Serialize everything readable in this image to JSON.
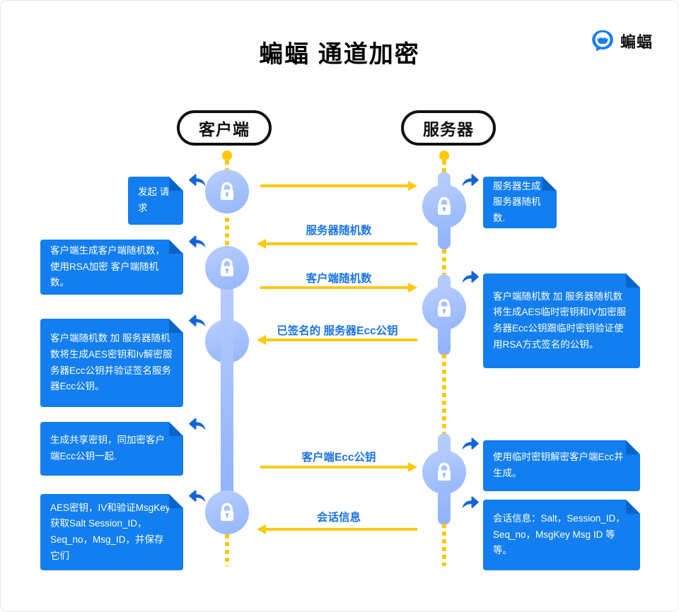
{
  "header": {
    "title": "蝙蝠 通道加密",
    "brand_name": "蝙蝠",
    "brand_icon": "bat-speech-bubble-logo",
    "brand_color": "#1a7df0"
  },
  "colors": {
    "note_bg": "#127ef0",
    "note_fold": "#0a64c8",
    "arrow": "#ffc90b",
    "label": "#1a73e8",
    "lifeline": "#93b6fb",
    "actor_border": "#111111"
  },
  "actors": [
    {
      "id": "client",
      "label": "客户端"
    },
    {
      "id": "server",
      "label": "服务器"
    }
  ],
  "messages": [
    {
      "id": "m1",
      "label": "",
      "direction": "to-right"
    },
    {
      "id": "m2",
      "label": "服务器随机数",
      "direction": "to-left"
    },
    {
      "id": "m3",
      "label": "客户端随机数",
      "direction": "to-right"
    },
    {
      "id": "m4",
      "label": "已签名的 服务器Ecc公钥",
      "direction": "to-left"
    },
    {
      "id": "m5",
      "label": "客户端Ecc公钥",
      "direction": "to-right"
    },
    {
      "id": "m6",
      "label": "会话信息",
      "direction": "to-left"
    }
  ],
  "client_notes": [
    {
      "id": "cn1",
      "text": "发起 请求"
    },
    {
      "id": "cn2",
      "text": "客户端生成客户端随机数，使用RSA加密 客户端随机数。"
    },
    {
      "id": "cn3",
      "text": "客户端随机数 加 服务器随机数将生成AES密钥和Iv解密服务器Ecc公钥并验证签名服务器Ecc公钥。"
    },
    {
      "id": "cn4",
      "text": "生成共享密钥，同加密客户端Ecc公钥一起."
    },
    {
      "id": "cn5",
      "text": "AES密钥，IV和验证MsgKey获取Salt Session_ID，Seq_no，Msg_ID，并保存它们"
    }
  ],
  "server_notes": [
    {
      "id": "sn1",
      "text": "服务器生成服务器随机数."
    },
    {
      "id": "sn2",
      "text": "客户端随机数 加 服务器随机数将生成AES临时密钥和IV加密服务器Ecc公钥跟临时密钥验证使用RSA方式签名的公钥。"
    },
    {
      "id": "sn3",
      "text": "使用临时密钥解密客户端Ecc并生成。"
    },
    {
      "id": "sn4",
      "text": "会话信息：Salt，Session_ID，Seq_no，MsgKey Msg ID 等等。"
    }
  ],
  "lock_nodes": [
    {
      "id": "client-lock-1",
      "actor": "client",
      "icon": "lock-icon"
    },
    {
      "id": "client-lock-2",
      "actor": "client",
      "icon": "lock-icon"
    },
    {
      "id": "client-lock-3",
      "actor": "client",
      "icon": "lock-icon"
    },
    {
      "id": "client-lock-4",
      "actor": "client",
      "icon": "lock-icon"
    },
    {
      "id": "server-lock-1",
      "actor": "server",
      "icon": "lock-icon"
    },
    {
      "id": "server-lock-2",
      "actor": "server",
      "icon": "lock-icon"
    },
    {
      "id": "server-lock-3",
      "actor": "server",
      "icon": "lock-icon"
    }
  ]
}
